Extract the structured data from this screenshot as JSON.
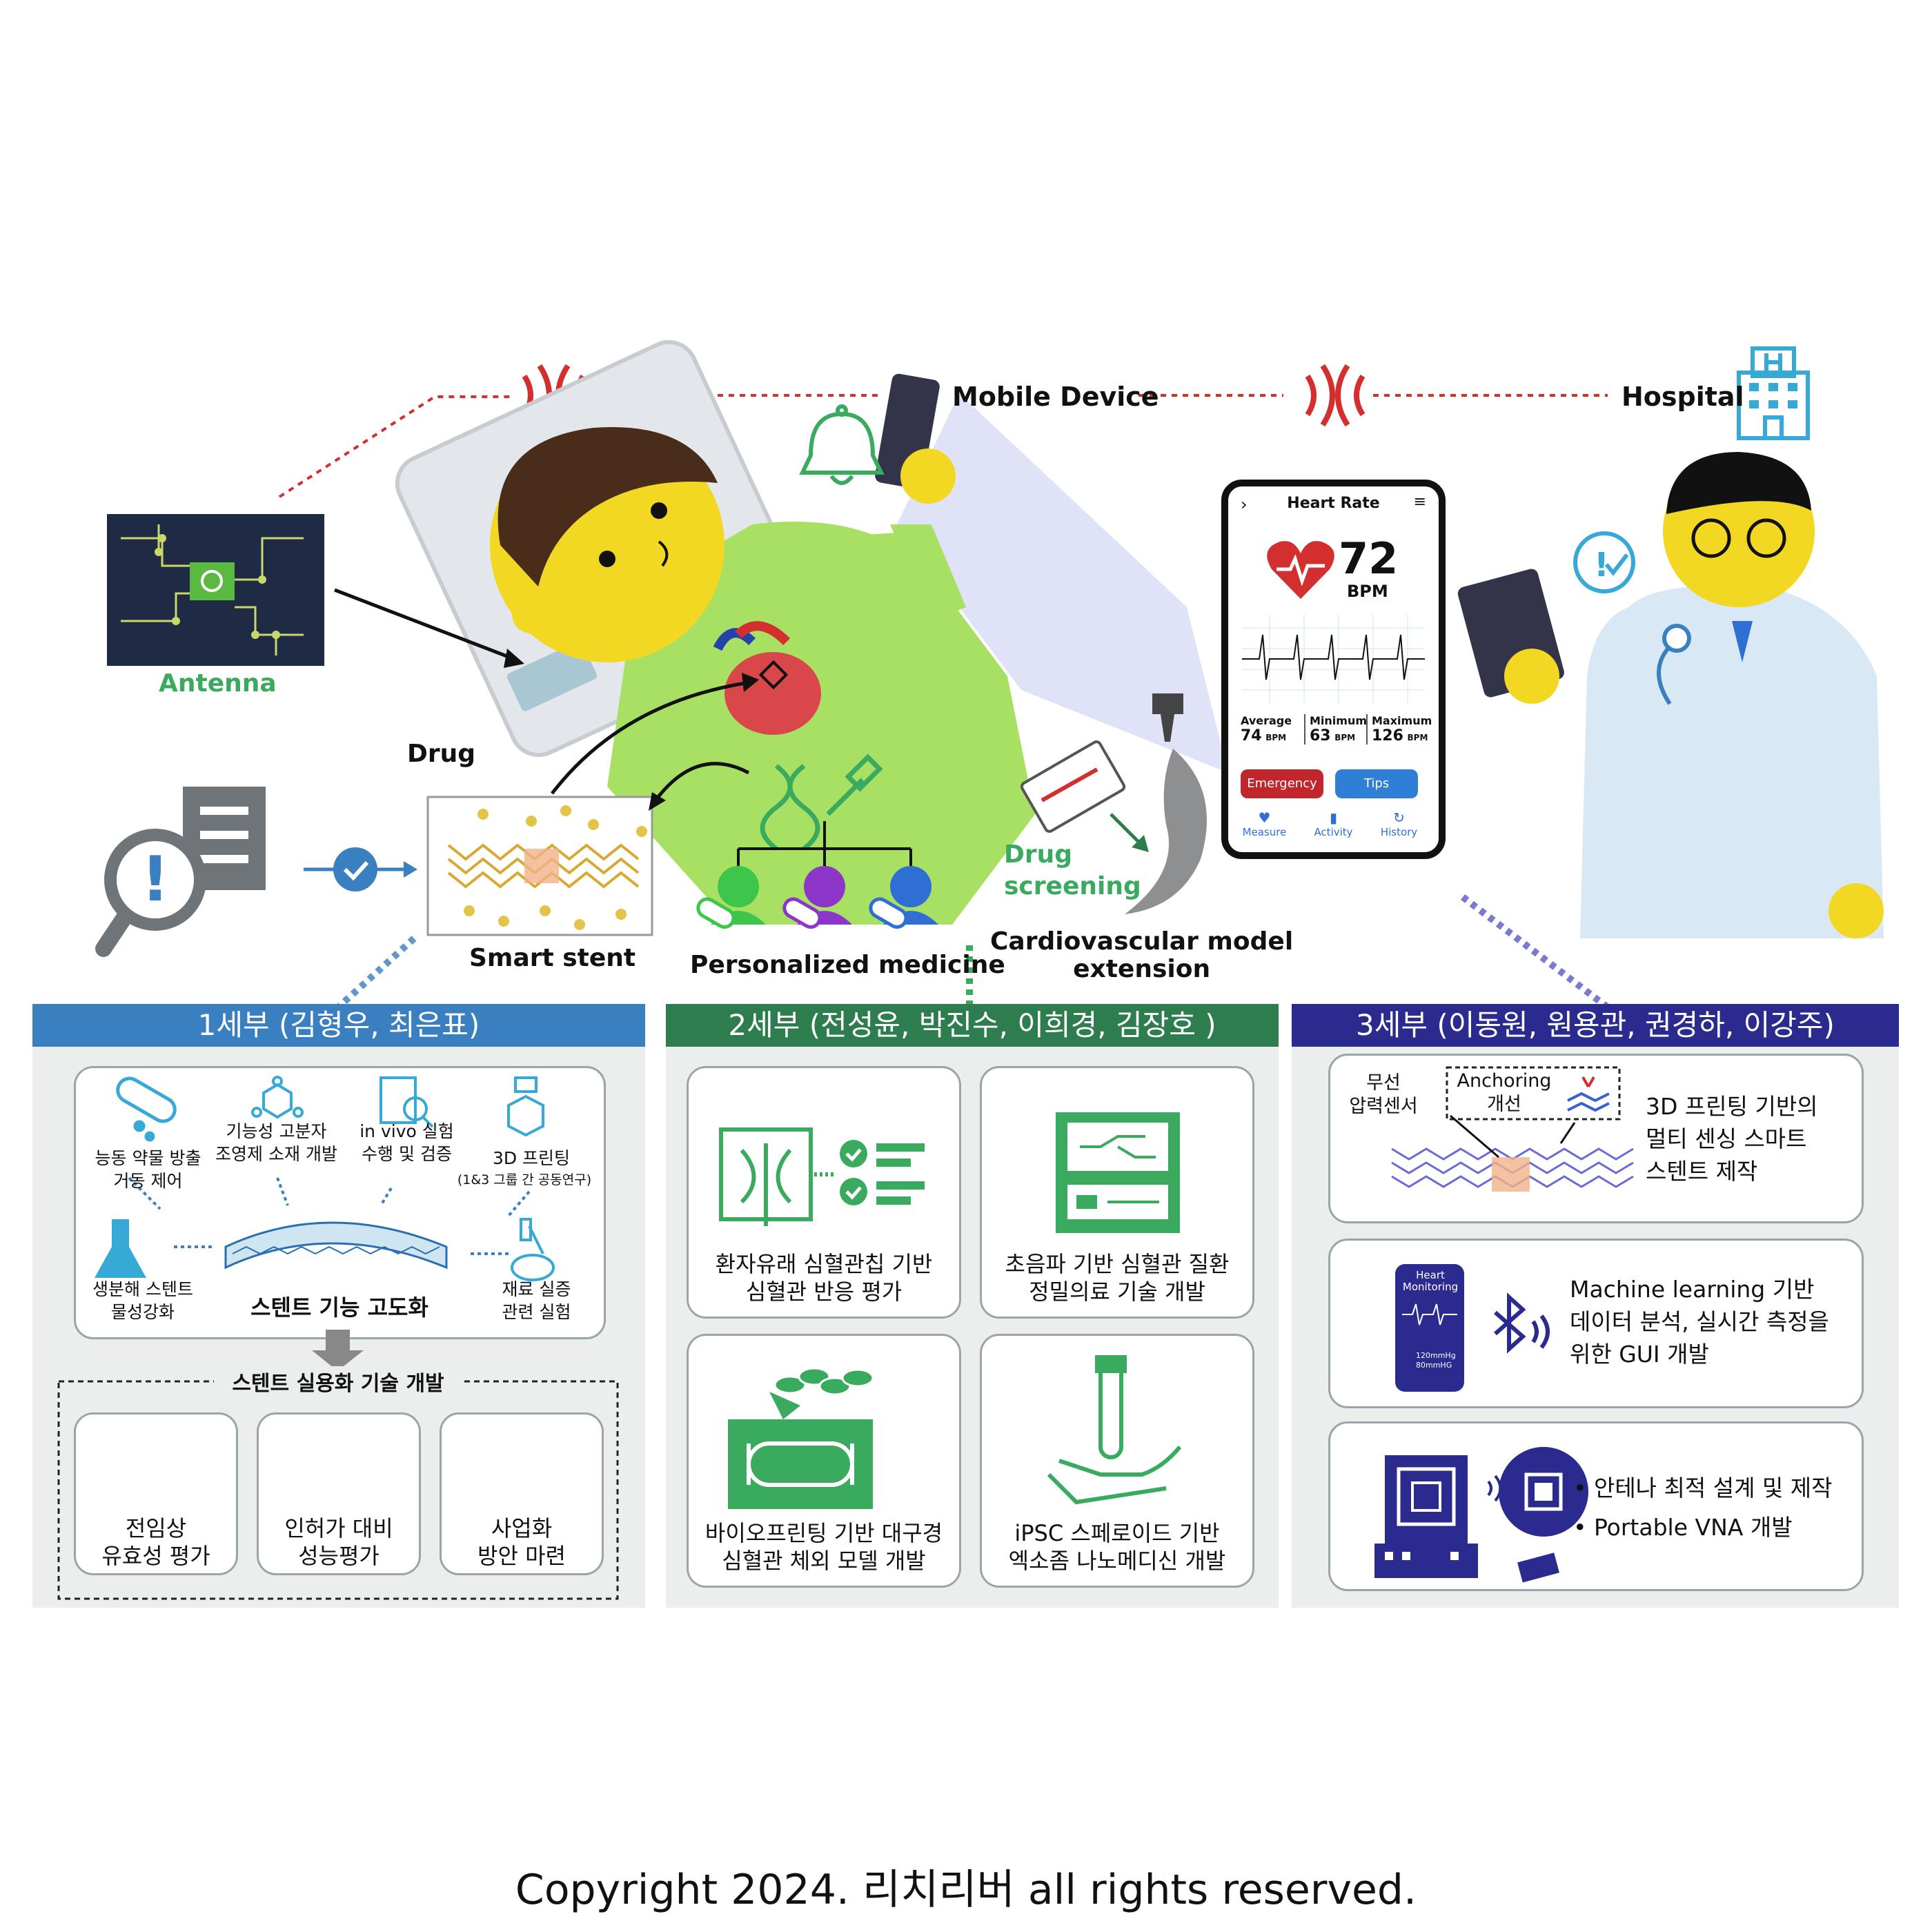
{
  "scene": {
    "mobile_device": "Mobile Device",
    "hospital": "Hospital",
    "antenna": "Antenna",
    "drug": "Drug",
    "smart_stent": "Smart stent",
    "personalized_medicine": "Personalized medicine",
    "drug_screening": "Drug\nscreening",
    "cv_model": "Cardiovascular model\nextension"
  },
  "phone": {
    "title": "Heart Rate",
    "value": "72",
    "unit": "BPM",
    "stats": [
      {
        "label": "Average",
        "value": "74",
        "unit": "BPM"
      },
      {
        "label": "Minimum",
        "value": "63",
        "unit": "BPM"
      },
      {
        "label": "Maximum",
        "value": "126",
        "unit": "BPM"
      }
    ],
    "emergency": "Emergency",
    "tips": "Tips",
    "nav": [
      "Measure",
      "Activity",
      "History"
    ]
  },
  "panel1": {
    "header": "1세부 (김형우, 최은표)",
    "items": [
      "능동 약물 방출\n거동 제어",
      "기능성 고분자\n조영제 소재 개발",
      "in vivo 실험\n수행 및 검증",
      "3D  프린팅"
    ],
    "sub_3d": "(1&3 그룹 간 공동연구)",
    "left_item": "생분해 스텐트\n물성강화",
    "right_item": "재료 실증\n관련 실험",
    "center": "스텐트 기능 고도화",
    "practical": "스텐트 실용화 기술 개발",
    "bottom": [
      "전임상\n유효성 평가",
      "인허가 대비\n성능평가",
      "사업화\n방안 마련"
    ]
  },
  "panel2": {
    "header": "2세부 (전성윤, 박진수, 이희경, 김장호 )",
    "cards": [
      "환자유래 심혈관칩 기반\n심혈관 반응 평가",
      "초음파 기반 심혈관 질환\n정밀의료 기술 개발",
      "바이오프린팅 기반 대구경\n심혈관 체외 모델 개발",
      "iPSC 스페로이드 기반\n엑소좀 나노메디신 개발"
    ]
  },
  "panel3": {
    "header": "3세부 (이동원, 원용관, 권경하, 이강주)",
    "sensor": "무선\n압력센서",
    "anchoring": "Anchoring\n개선",
    "card1": "3D 프린팅 기반의\n멀티 센싱 스마트\n스텐트 제작",
    "mini_phone": "Heart\nMonitoring",
    "mini_phone_vals": "120mmHg\n80mmHG",
    "card2": "Machine learning 기반\n데이터 분석, 실시간 측정을\n위한 GUI 개발",
    "card3": [
      "• 안테나 최적 설계 및 제작",
      "• Portable VNA 개발"
    ]
  },
  "copyright": "Copyright 2024. 리치리버 all rights reserved.",
  "colors": {
    "panel1": "#3a7fbf",
    "panel2": "#2e7d4f",
    "panel3": "#2b2a8e",
    "green": "#3aaa5e",
    "red": "#d32f2f"
  }
}
